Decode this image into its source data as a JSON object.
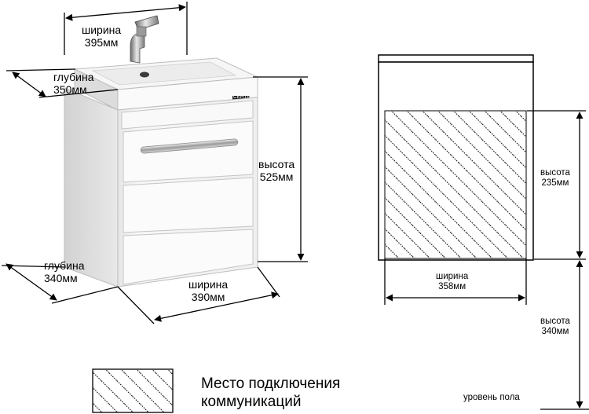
{
  "left_view": {
    "sink_width_label": "ширина",
    "sink_width_value": "395мм",
    "sink_depth_label": "глубина",
    "sink_depth_value": "350мм",
    "height_label": "высота",
    "height_value": "525мм",
    "cabinet_depth_label": "глубина",
    "cabinet_depth_value": "340мм",
    "cabinet_width_label": "ширина",
    "cabinet_width_value": "390мм",
    "brand_badge": "СЕНТА"
  },
  "right_view": {
    "zone_height_label": "высота",
    "zone_height_value": "235мм",
    "zone_width_label": "ширина",
    "zone_width_value": "358мм",
    "floor_height_label": "высота",
    "floor_height_value": "340мм",
    "floor_label": "уровень пола"
  },
  "legend": {
    "line1": "Место подключения",
    "line2": "коммуникаций"
  },
  "colors": {
    "line": "#000000",
    "hatch": "#111111",
    "cabinet_body": "#f4f4f4",
    "cabinet_shadow": "#c9c9c9"
  }
}
